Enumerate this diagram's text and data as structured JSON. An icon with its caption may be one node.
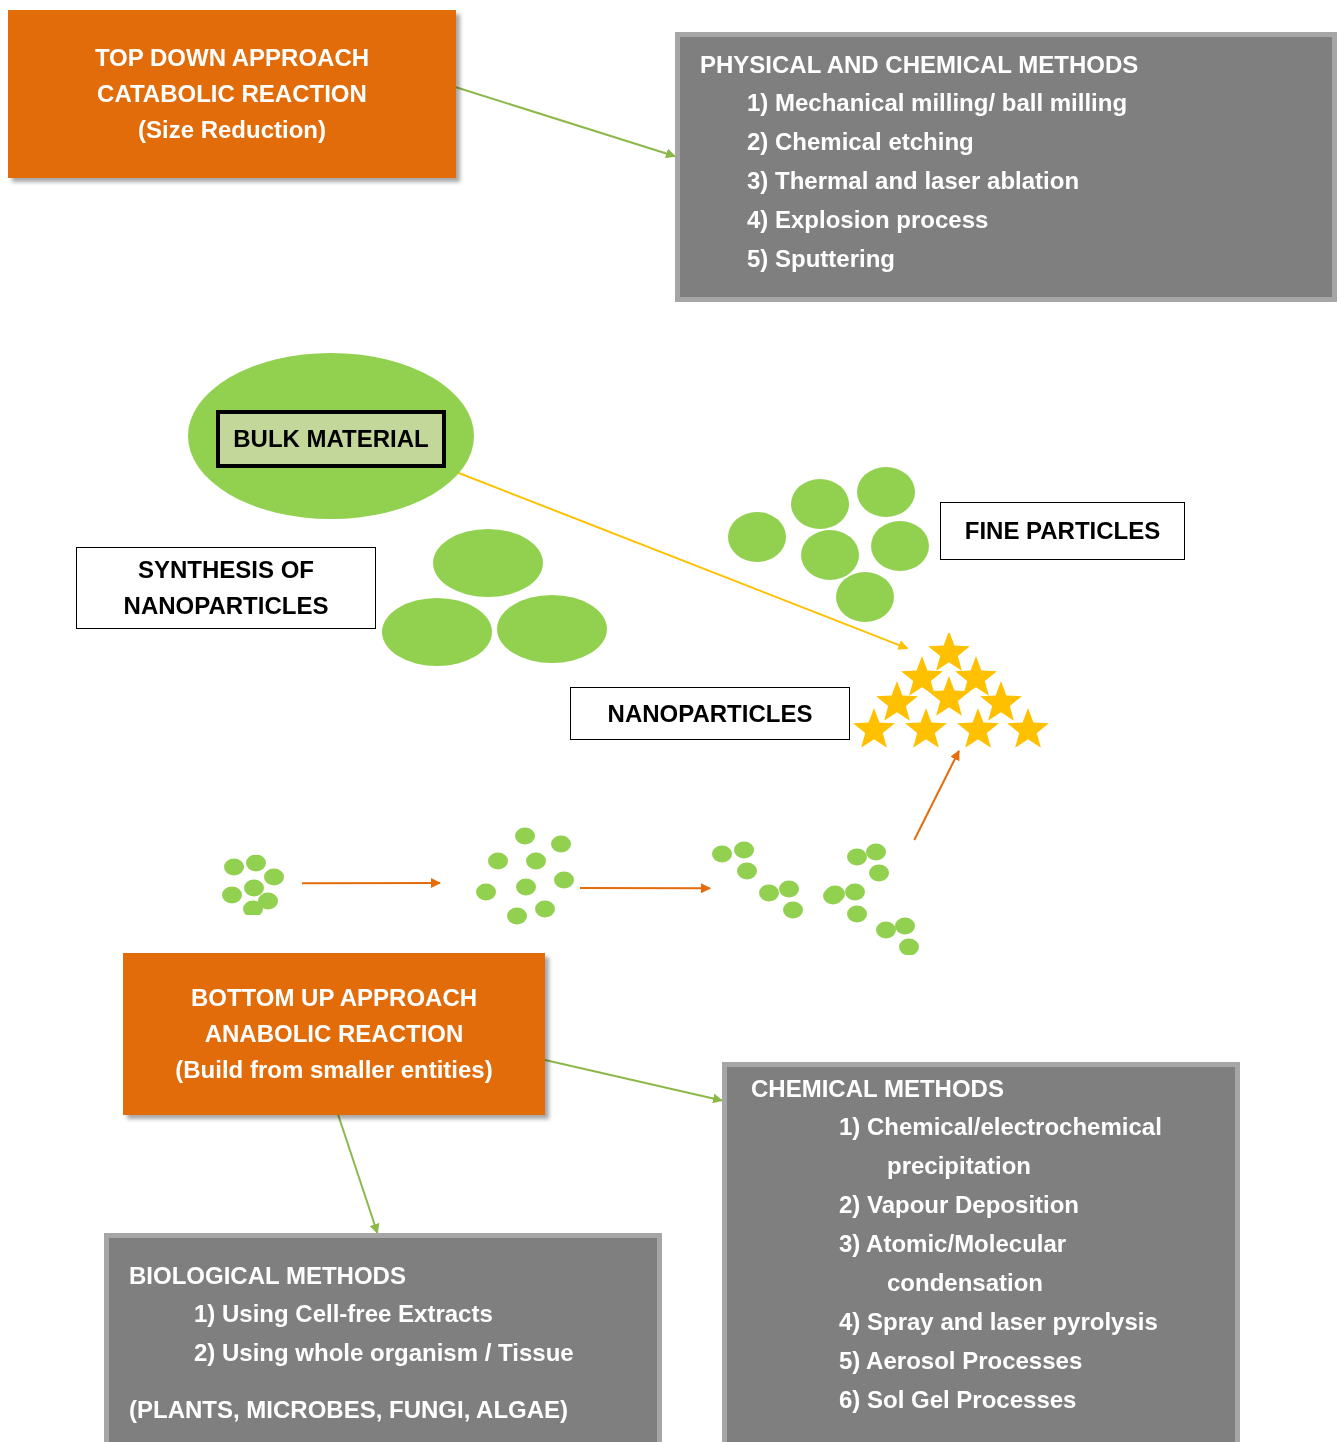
{
  "diagram": {
    "nodes": [
      {
        "text": [
          "TOP DOWN APPROACH",
          "CATABOLIC REACTION",
          "(Size Reduction)"
        ]
      },
      {
        "text": [
          "PHYSICAL AND CHEMICAL METHODS",
          "1) Mechanical milling/ ball milling",
          "2) Chemical etching",
          "3) Thermal and laser ablation",
          "4) Explosion process",
          "5) Sputtering"
        ]
      },
      {
        "text": [],
        "shape": "ellipse"
      },
      {
        "text": [
          "BULK MATERIAL"
        ],
        "in": 2
      },
      {
        "text": [
          "FINE PARTICLES"
        ]
      },
      {
        "text": [
          "SYNTHESIS OF NANOPARTICLES"
        ]
      },
      {
        "text": [
          "NANOPARTICLES"
        ]
      },
      {
        "text": [],
        "shape": "stars"
      },
      {
        "text": [],
        "shape": "dots"
      },
      {
        "text": [],
        "shape": "dots"
      },
      {
        "text": [],
        "shape": "dots"
      },
      {
        "text": [
          "BOTTOM UP APPROACH",
          "ANABOLIC REACTION",
          "(Build from smaller entities)"
        ]
      },
      {
        "text": [
          "CHEMICAL METHODS",
          "1) Chemical/electrochemical precipitation",
          "2) Vapour Deposition",
          "3) Atomic/Molecular condensation",
          "4) Spray and laser pyrolysis",
          "5) Aerosol Processes",
          "6) Sol Gel Processes"
        ]
      },
      {
        "text": [
          "BIOLOGICAL METHODS",
          "1) Using Cell-free Extracts",
          "2) Using whole organism / Tissue",
          "(PLANTS, MICROBES, FUNGI, ALGAE)"
        ]
      }
    ],
    "edges": [
      {
        "from": 0,
        "to": 1,
        "arrow": "to",
        "color": "#8cb84a"
      },
      {
        "from": 3,
        "to": 7,
        "arrow": "to",
        "color": "#ffc000"
      },
      {
        "from": 8,
        "to": 9,
        "arrow": "to",
        "color": "#e46c0a"
      },
      {
        "from": 9,
        "to": 10,
        "arrow": "to",
        "color": "#e46c0a"
      },
      {
        "from": 10,
        "to": 7,
        "arrow": "to",
        "color": "#e46c0a"
      },
      {
        "from": 11,
        "to": 12,
        "arrow": "to",
        "color": "#8cb84a"
      },
      {
        "from": 11,
        "to": 13,
        "arrow": "to",
        "color": "#8cb84a"
      }
    ]
  }
}
